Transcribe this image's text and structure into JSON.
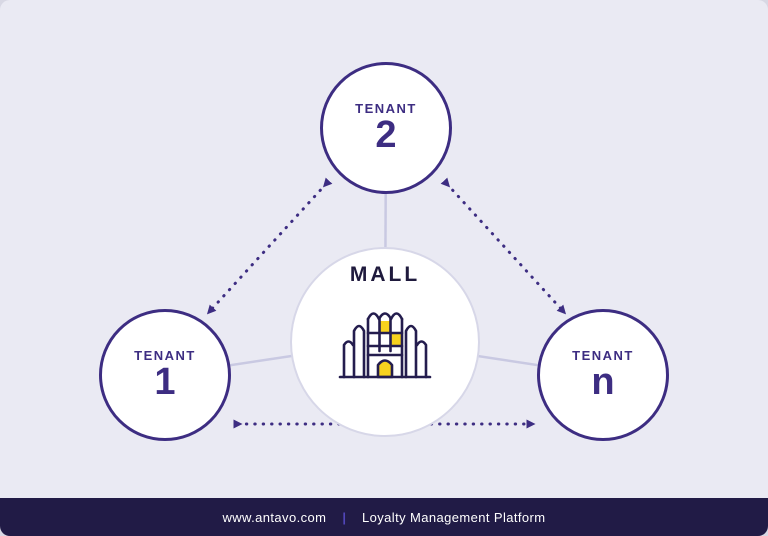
{
  "diagram": {
    "mall": {
      "label": "MALL",
      "icon": "mall-building-icon"
    },
    "tenants": [
      {
        "label": "TENANT",
        "id": "2",
        "position": "top"
      },
      {
        "label": "TENANT",
        "id": "1",
        "position": "bottom-left"
      },
      {
        "label": "TENANT",
        "id": "n",
        "position": "bottom-right"
      }
    ],
    "connections": [
      {
        "from": "tenant-2",
        "to": "tenant-1",
        "style": "dotted-double-arrow"
      },
      {
        "from": "tenant-2",
        "to": "tenant-n",
        "style": "dotted-double-arrow"
      },
      {
        "from": "tenant-1",
        "to": "tenant-n",
        "style": "dotted-double-arrow"
      },
      {
        "from": "mall",
        "to": "tenant-2",
        "style": "solid-light"
      },
      {
        "from": "mall",
        "to": "tenant-1",
        "style": "solid-light"
      },
      {
        "from": "mall",
        "to": "tenant-n",
        "style": "solid-light"
      }
    ]
  },
  "footer": {
    "website": "www.antavo.com",
    "separator": "|",
    "tagline": "Loyalty Management Platform"
  },
  "colors": {
    "background": "#eaeaf3",
    "accent_purple": "#3d2d82",
    "connector_light": "#c9c9e2",
    "footer_bg": "#211b46",
    "icon_outline": "#241d4e",
    "icon_yellow": "#f7d21e"
  }
}
